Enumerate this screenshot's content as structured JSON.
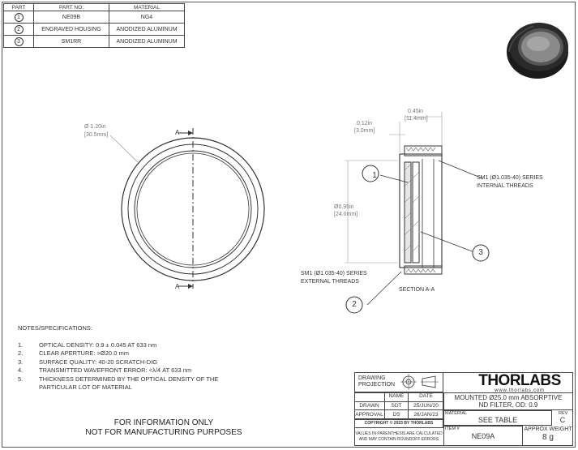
{
  "parts_table": {
    "headers": [
      "PART",
      "PART NO.",
      "MATERIAL"
    ],
    "rows": [
      {
        "part": "1",
        "part_no": "NE09B",
        "material": "NG4"
      },
      {
        "part": "2",
        "part_no": "ENGRAVED HOUSING",
        "material": "ANODIZED ALUMINUM"
      },
      {
        "part": "3",
        "part_no": "SM1RR",
        "material": "ANODIZED ALUMINUM"
      }
    ]
  },
  "front_view": {
    "diameter_label": "Ø 1.20in",
    "diameter_mm": "[30.5mm]",
    "section_marker": "A"
  },
  "section_view": {
    "dim_width": "0.45in",
    "dim_width_mm": "[11.4mm]",
    "dim_thread": "0.12in",
    "dim_thread_mm": "[3.0mm]",
    "dim_inner": "Ø0.95in",
    "dim_inner_mm": "[24.0mm]",
    "internal_threads_1": "SM1 (Ø1.035-40) SERIES",
    "internal_threads_2": "INTERNAL THREADS",
    "external_threads_1": "SM1 (Ø1.035-40) SERIES",
    "external_threads_2": "EXTERNAL THREADS",
    "section_label": "SECTION A-A",
    "balloons": [
      "1",
      "2",
      "3"
    ]
  },
  "notes": {
    "title": "NOTES/SPECIFICATIONS:",
    "items": [
      {
        "num": "1.",
        "text": "OPTICAL DENSITY: 0.9 ± 0.045 AT 633 nm"
      },
      {
        "num": "2.",
        "text": "CLEAR APERTURE: >Ø20.0 mm"
      },
      {
        "num": "3.",
        "text": "SURFACE QUALITY: 40-20 SCRATCH-DIG"
      },
      {
        "num": "4.",
        "text": "TRANSMITTED WAVEFRONT ERROR: <λ/4 AT 633 nm"
      },
      {
        "num": "5.",
        "text": "THICKNESS DETERMINED BY THE OPTICAL DENSITY OF THE"
      },
      {
        "num": "",
        "text": "PARTICULAR LOT OF MATERIAL"
      }
    ]
  },
  "footer": {
    "line1": "FOR INFORMATION ONLY",
    "line2": "NOT FOR MANUFACTURING PURPOSES"
  },
  "title_block": {
    "drawing_projection": "DRAWING",
    "projection": "PROJECTION",
    "brand": "THORLABS",
    "website": "www.thorlabs.com",
    "title_line1": "MOUNTED Ø25.0 mm ABSORPTIVE",
    "title_line2": "ND FILTER, OD: 0.9",
    "name_header": "NAME",
    "date_header": "DATE",
    "drawn_label": "DRAWN",
    "drawn_name": "SDT",
    "drawn_date": "25/JUN/20",
    "approval_label": "APPROVAL",
    "approval_name": "DS",
    "approval_date": "26/JAN/23",
    "material_label": "MATERIAL",
    "material_value": "SEE TABLE",
    "rev_label": "REV",
    "rev_value": "C",
    "copyright": "COPYRIGHT © 2023 BY THORLABS",
    "values_note_1": "VALUES IN PARENTHESIS ARE CALCULATED",
    "values_note_2": "AND MAY CONTAIN ROUNDOFF ERRORS",
    "item_label": "ITEM #",
    "item_value": "NE09A",
    "weight_label": "APPROX WEIGHT",
    "weight_value": "8 g"
  }
}
